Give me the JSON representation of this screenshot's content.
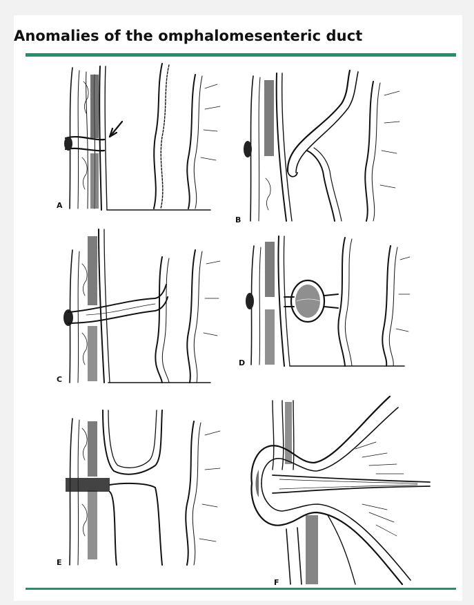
{
  "header": {
    "title": "Anomalies of the omphalomesenteric duct"
  },
  "panels": [
    {
      "id": "A",
      "label": "A"
    },
    {
      "id": "B",
      "label": "B"
    },
    {
      "id": "C",
      "label": "C"
    },
    {
      "id": "D",
      "label": "D"
    },
    {
      "id": "E",
      "label": "E"
    },
    {
      "id": "F",
      "label": "F"
    }
  ],
  "colors": {
    "accent": "#1e9365",
    "ink": "#111111"
  }
}
